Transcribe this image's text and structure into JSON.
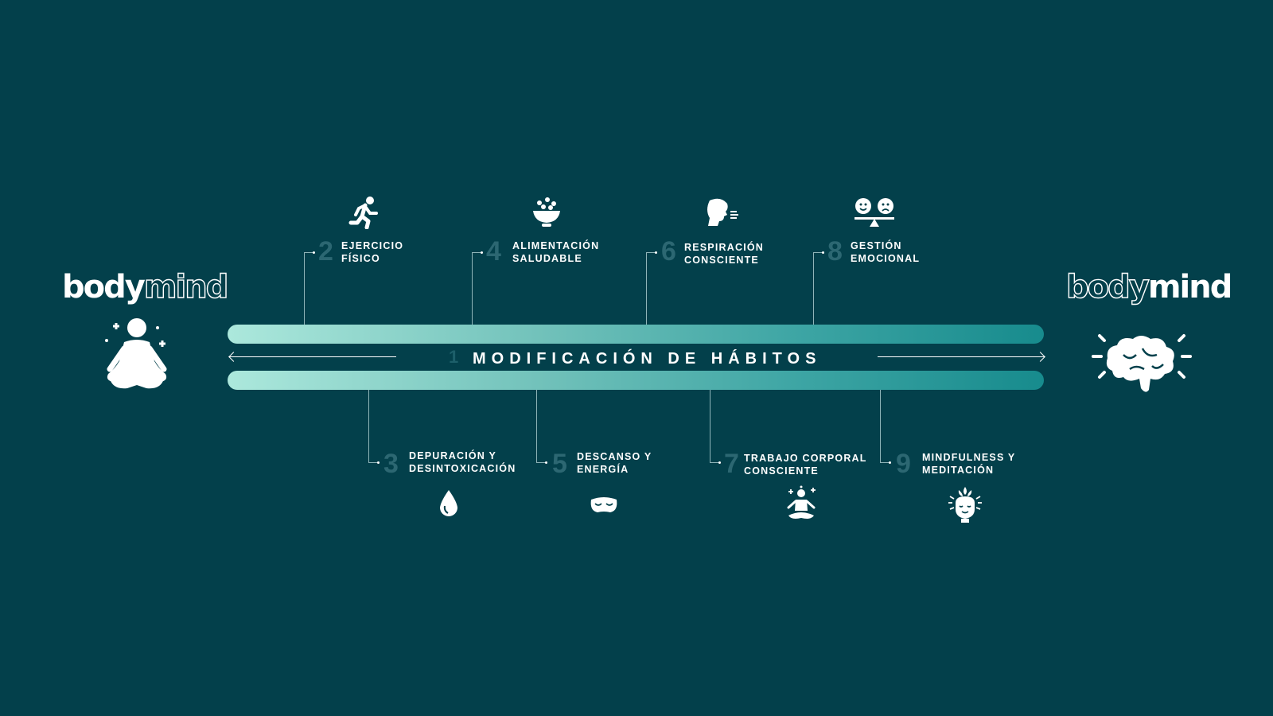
{
  "logos": {
    "left": {
      "part1": "body",
      "part2": "mind"
    },
    "right": {
      "part1": "body",
      "part2": "mind"
    }
  },
  "band": {
    "number": "1",
    "title": "MODIFICACIÓN DE HÁBITOS"
  },
  "habits_top": [
    {
      "number": "2",
      "line1": "EJERCICIO",
      "line2": "FÍSICO",
      "icon": "running-icon"
    },
    {
      "number": "4",
      "line1": "ALIMENTACIÓN",
      "line2": "SALUDABLE",
      "icon": "salad-bowl-icon"
    },
    {
      "number": "6",
      "line1": "RESPIRACIÓN",
      "line2": "CONSCIENTE",
      "icon": "breathing-head-icon"
    },
    {
      "number": "8",
      "line1": "GESTIÓN",
      "line2": "EMOCIONAL",
      "icon": "emotion-balance-icon"
    }
  ],
  "habits_bottom": [
    {
      "number": "3",
      "line1": "DEPURACIÓN Y",
      "line2": "DESINTOXICACIÓN",
      "icon": "water-drop-icon"
    },
    {
      "number": "5",
      "line1": "DESCANSO Y",
      "line2": "ENERGÍA",
      "icon": "sleep-mask-icon"
    },
    {
      "number": "7",
      "line1": "TRABAJO CORPORAL",
      "line2": "CONSCIENTE",
      "icon": "body-work-icon"
    },
    {
      "number": "9",
      "line1": "MINDFULNESS Y",
      "line2": "MEDITACIÓN",
      "icon": "mindfulness-head-icon"
    }
  ],
  "colors": {
    "background": "#03404b",
    "band_start": "#ace8dc",
    "band_end": "#178b8d",
    "number": "#2c6772",
    "connector": "#8fb5b9"
  }
}
